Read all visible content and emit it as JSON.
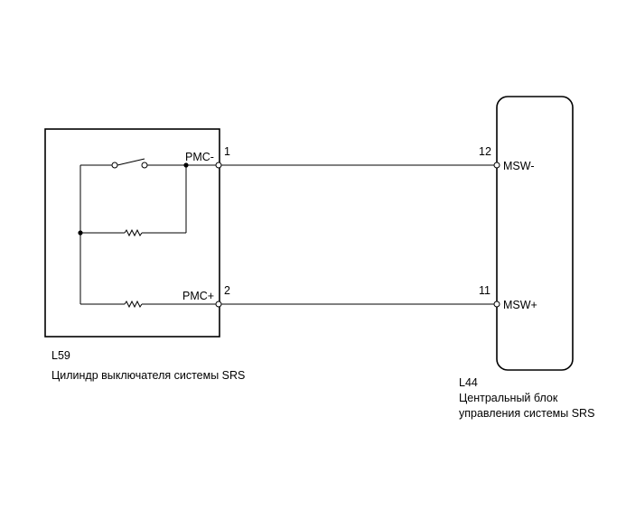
{
  "left_component": {
    "code": "L59",
    "name": "Цилиндр выключателя системы SRS",
    "pins": [
      {
        "number": "1",
        "label": "PMC-"
      },
      {
        "number": "2",
        "label": "PMC+"
      }
    ]
  },
  "right_component": {
    "code": "L44",
    "name_line1": "Центральный блок",
    "name_line2": "управления системы SRS",
    "pins": [
      {
        "number": "12",
        "label": "MSW-"
      },
      {
        "number": "11",
        "label": "MSW+"
      }
    ]
  }
}
